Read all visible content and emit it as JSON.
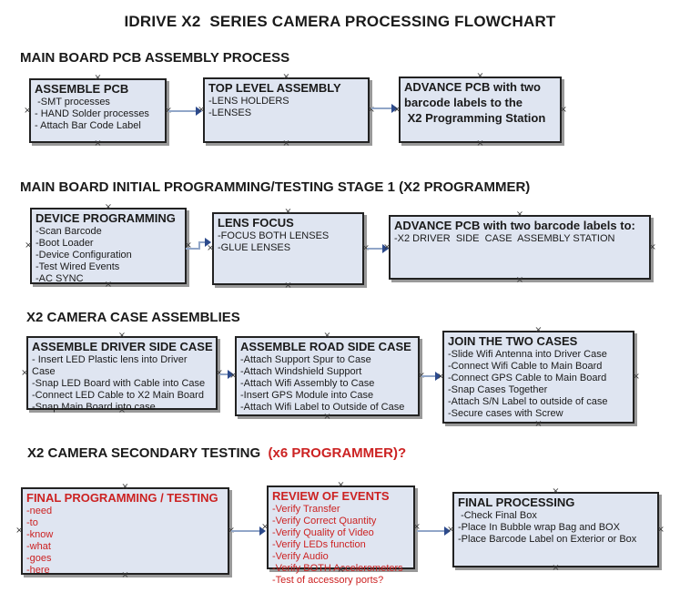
{
  "title": "IDRIVE X2  SERIES CAMERA PROCESSING FLOWCHART",
  "colors": {
    "box_fill": "#dfe5f1",
    "box_border": "#222222",
    "box_shadow": "#999999",
    "arrow_line": "#91a6c8",
    "arrow_head": "#2c4a8c",
    "red_accent": "#cc2222",
    "text": "#1a1a1a"
  },
  "sections": [
    {
      "heading": "MAIN BOARD PCB ASSEMBLY PROCESS"
    },
    {
      "heading": "MAIN BOARD INITIAL PROGRAMMING/TESTING STAGE 1 (X2 PROGRAMMER)"
    },
    {
      "heading": "X2 CAMERA CASE ASSEMBLIES"
    },
    {
      "heading": "X2 CAMERA SECONDARY TESTING  ",
      "heading_red": "(x6 PROGRAMMER)?"
    }
  ],
  "boxes": {
    "assemble_pcb": {
      "title": "ASSEMBLE PCB",
      "items": [
        " -SMT processes",
        "- HAND Solder processes",
        "- Attach Bar Code Label"
      ]
    },
    "top_level_assembly": {
      "title": "TOP LEVEL ASSEMBLY",
      "items": [
        "-LENS HOLDERS",
        "-LENSES"
      ]
    },
    "advance_pcb_1": {
      "lines": [
        "ADVANCE PCB with two",
        "barcode labels to the",
        " X2 Programming Station"
      ]
    },
    "device_programming": {
      "title": "DEVICE PROGRAMMING",
      "items": [
        "-Scan Barcode",
        "-Boot Loader",
        "-Device Configuration",
        "-Test Wired Events",
        "-AC SYNC"
      ]
    },
    "lens_focus": {
      "title": "LENS FOCUS",
      "items": [
        "-FOCUS BOTH LENSES",
        "-GLUE LENSES"
      ]
    },
    "advance_pcb_2": {
      "title": "ADVANCE PCB with two barcode labels to:",
      "items": [
        "-X2 DRIVER  SIDE  CASE  ASSEMBLY STATION"
      ]
    },
    "assemble_driver_side": {
      "title": "ASSEMBLE DRIVER SIDE CASE",
      "items": [
        "- Insert LED Plastic lens into Driver Case",
        "-Snap LED Board with Cable into Case",
        "-Connect LED Cable to X2 Main Board",
        "-Snap Main Board into case"
      ]
    },
    "assemble_road_side": {
      "title": "ASSEMBLE ROAD SIDE CASE",
      "items": [
        "-Attach Support Spur to Case",
        "-Attach Windshield Support",
        "-Attach Wifi Assembly to Case",
        "-Insert GPS Module into Case",
        "-Attach Wifi Label to Outside of Case"
      ]
    },
    "join_two_cases": {
      "title": "JOIN THE TWO CASES",
      "items": [
        "-Slide Wifi Antenna into Driver Case",
        "-Connect Wifi Cable to Main Board",
        "-Connect GPS Cable to Main Board",
        "-Snap Cases Together",
        "-Attach S/N Label to outside of case",
        "-Secure cases with Screw"
      ]
    },
    "final_programming": {
      "title": "FINAL PROGRAMMING / TESTING",
      "items": [
        "-need",
        "-to",
        "-know",
        "-what",
        "-goes",
        "-here"
      ]
    },
    "review_of_events": {
      "title": "REVIEW OF EVENTS",
      "items": [
        "-Verify Transfer",
        "-Verify Correct Quantity",
        "-Verify Quality of Video",
        "-Verify LEDs function",
        "-Verify Audio",
        "-Verify BOTH Accelerometers",
        "-Test of accessory ports?"
      ]
    },
    "final_processing": {
      "title": "FINAL PROCESSING",
      "items": [
        " -Check Final Box",
        "-Place In Bubble wrap Bag and BOX",
        "-Place Barcode Label on Exterior or Box"
      ]
    }
  }
}
